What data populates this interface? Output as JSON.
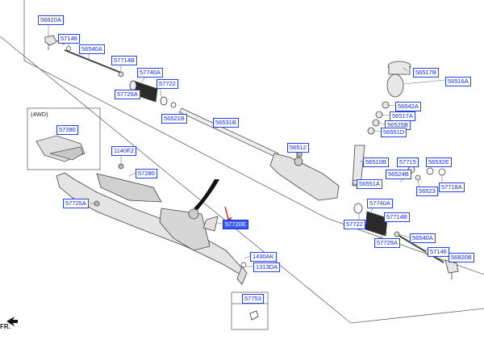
{
  "colors": {
    "label_text": "#1a2fd0",
    "label_border": "#2a44e0",
    "selected_fill": "#3a5bff",
    "arrow": "#e02020"
  },
  "inset_label": "(4WD)",
  "fr_marker": "FR.",
  "parts": {
    "p56820A_top": "56820A",
    "p57146_top": "57146",
    "p56540A_top": "56540A",
    "p57714B_top": "57714B",
    "p57740A_top": "57740A",
    "p57722_top": "57722",
    "p57729A_top": "57729A",
    "p56521B": "56521B",
    "p56531B": "56531B",
    "p56517B": "56517B",
    "p56516A": "56516A",
    "p56542A": "56542A",
    "p56517A": "56517A",
    "p56525B": "56525B",
    "p56551D_top": "56551D",
    "p56512": "56512",
    "p56510B": "56510B",
    "p57715": "57715",
    "p56532E": "56532E",
    "p56524B": "56524B",
    "p56523": "56523",
    "p57718A": "57718A",
    "p56551A": "56551A",
    "p57740A_bot": "57740A",
    "p57714B_bot": "57714B",
    "p57722_bot": "57722",
    "p56540A_bot": "56540A",
    "p57729A_bot": "57729A",
    "p57146_bot": "57146",
    "p56820B": "56820B",
    "p57280_inset": "57280",
    "p1140FZ": "1140FZ",
    "p57280": "57280",
    "p57725A": "57725A",
    "p57720E": "57720E",
    "p1430AK": "1430AK",
    "p1313DA": "1313DA",
    "p57753": "57753"
  }
}
